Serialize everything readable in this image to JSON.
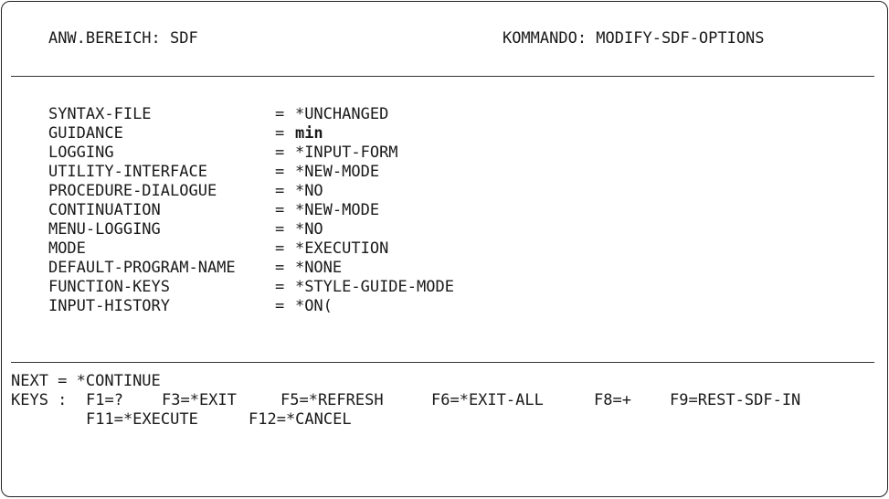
{
  "header": {
    "area_label": "ANW.BEREICH: SDF",
    "command_label": "KOMMANDO: MODIFY-SDF-OPTIONS"
  },
  "separator_char": "-",
  "parameters": [
    {
      "name": "SYNTAX-FILE",
      "value": "*UNCHANGED"
    },
    {
      "name": "GUIDANCE",
      "value": "min"
    },
    {
      "name": "LOGGING",
      "value": "*INPUT-FORM"
    },
    {
      "name": "UTILITY-INTERFACE",
      "value": "*NEW-MODE"
    },
    {
      "name": "PROCEDURE-DIALOGUE",
      "value": "*NO"
    },
    {
      "name": "CONTINUATION",
      "value": "*NEW-MODE"
    },
    {
      "name": "MENU-LOGGING",
      "value": "*NO"
    },
    {
      "name": "MODE",
      "value": "*EXECUTION"
    },
    {
      "name": "DEFAULT-PROGRAM-NAME",
      "value": "*NONE"
    },
    {
      "name": "FUNCTION-KEYS",
      "value": "*STYLE-GUIDE-MODE"
    },
    {
      "name": "INPUT-HISTORY",
      "value": "*ON("
    }
  ],
  "equals": "=",
  "footer": {
    "next_label": "NEXT = ",
    "next_value": "*CONTINUE",
    "keys_label": "KEYS : ",
    "keys_row1": [
      "F1=?",
      "F3=*EXIT",
      "F5=*REFRESH",
      "F6=*EXIT-ALL",
      "F8=+",
      "F9=REST-SDF-IN"
    ],
    "keys_row2": [
      "F11=*EXECUTE",
      "F12=*CANCEL"
    ]
  }
}
